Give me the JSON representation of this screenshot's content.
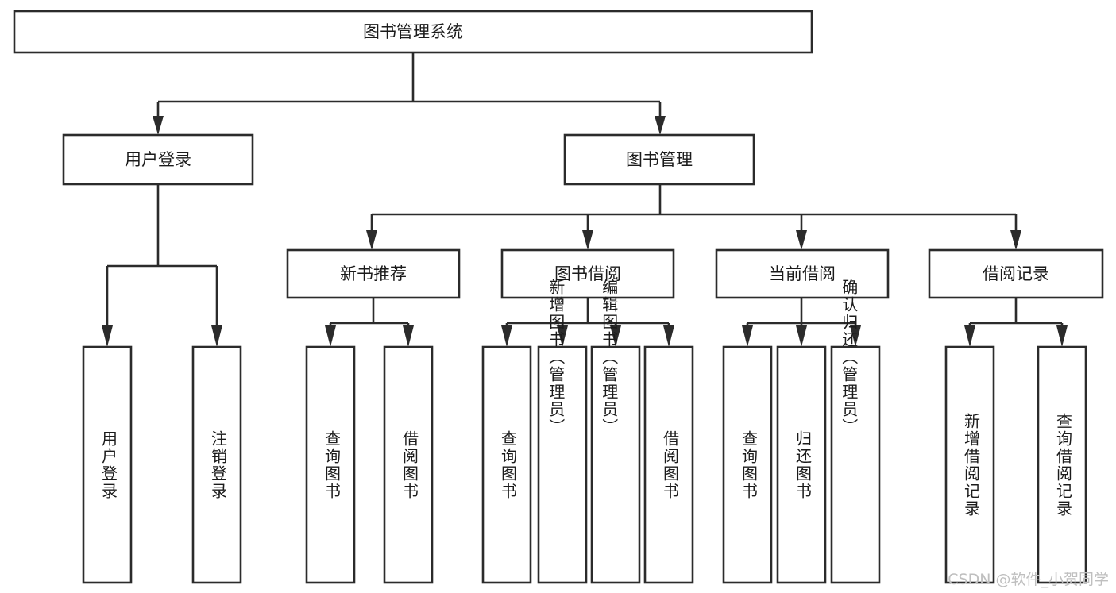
{
  "diagram": {
    "type": "tree-hierarchy",
    "title": "图书管理系统",
    "watermark": "CSDN @软件_小贺同学",
    "colors": {
      "background": "#ffffff",
      "box_stroke": "#2b2b2b",
      "box_fill": "#ffffff",
      "text": "#1b1b1b",
      "watermark": "#bfbfbf"
    },
    "levels": {
      "root": {
        "label": "图书管理系统"
      },
      "level2": [
        {
          "label": "用户登录"
        },
        {
          "label": "图书管理"
        }
      ],
      "level3": [
        {
          "label": "新书推荐"
        },
        {
          "label": "图书借阅"
        },
        {
          "label": "当前借阅"
        },
        {
          "label": "借阅记录"
        }
      ],
      "leaves": {
        "user_login": [
          {
            "label": "用户登录"
          },
          {
            "label": "注销登录"
          }
        ],
        "new_book_recommend": [
          {
            "label": "查询图书"
          },
          {
            "label": "借阅图书"
          }
        ],
        "book_borrow": [
          {
            "label": "查询图书"
          },
          {
            "label": "新增图书（管理员）"
          },
          {
            "label": "编辑图书（管理员）"
          },
          {
            "label": "借阅图书"
          }
        ],
        "current_borrow": [
          {
            "label": "查询图书"
          },
          {
            "label": "归还图书"
          },
          {
            "label": "确认归还（管理员）"
          }
        ],
        "borrow_record": [
          {
            "label": "新增借阅记录"
          },
          {
            "label": "查询借阅记录"
          }
        ]
      }
    }
  }
}
